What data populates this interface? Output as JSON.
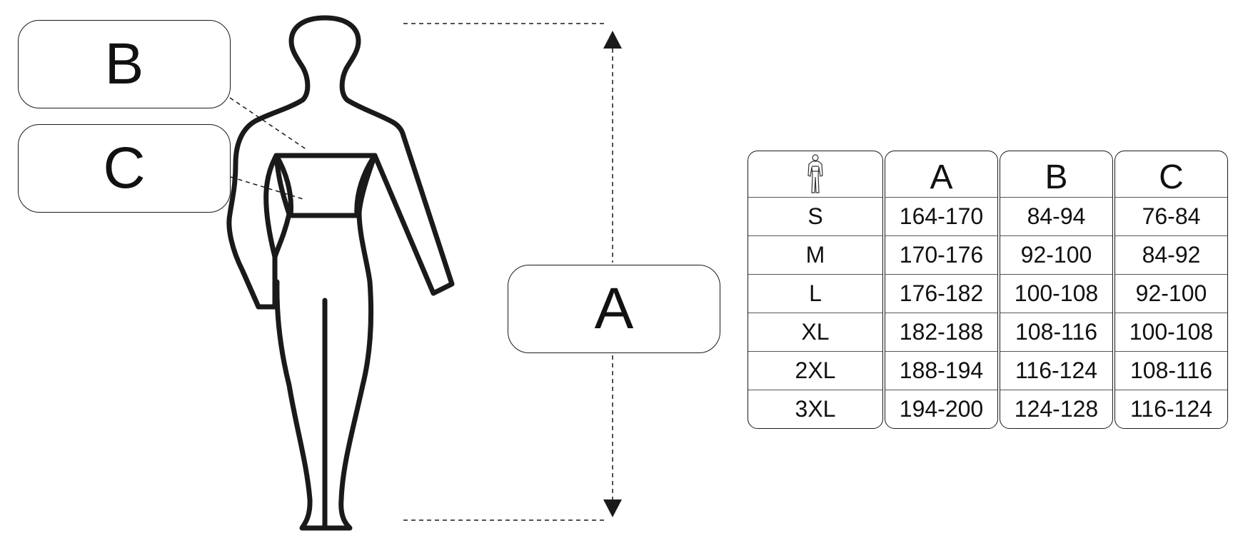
{
  "labels": {
    "a": "A",
    "b": "B",
    "c": "C"
  },
  "table": {
    "header_icon": "human-figure-icon",
    "columns": [
      "A",
      "B",
      "C"
    ],
    "rows": [
      {
        "size": "S",
        "a": "164-170",
        "b": "84-94",
        "c": "76-84"
      },
      {
        "size": "M",
        "a": "170-176",
        "b": "92-100",
        "c": "84-92"
      },
      {
        "size": "L",
        "a": "176-182",
        "b": "100-108",
        "c": "92-100"
      },
      {
        "size": "XL",
        "a": "182-188",
        "b": "108-116",
        "c": "100-108"
      },
      {
        "size": "2XL",
        "a": "188-194",
        "b": "116-124",
        "c": "108-116"
      },
      {
        "size": "3XL",
        "a": "194-200",
        "b": "124-128",
        "c": "116-124"
      }
    ]
  }
}
